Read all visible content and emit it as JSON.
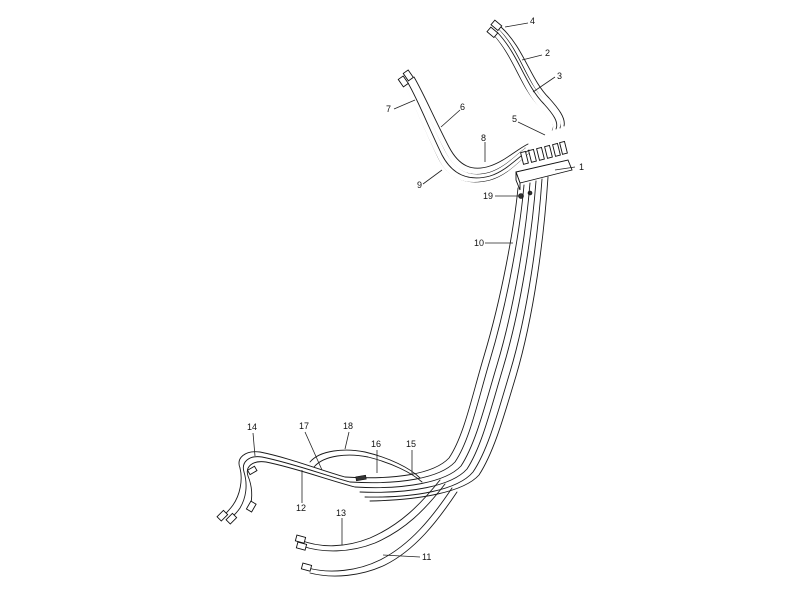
{
  "diagram": {
    "callouts": [
      {
        "id": "c1",
        "label": "1"
      },
      {
        "id": "c2",
        "label": "2"
      },
      {
        "id": "c3",
        "label": "3"
      },
      {
        "id": "c4",
        "label": "4"
      },
      {
        "id": "c5",
        "label": "5"
      },
      {
        "id": "c6",
        "label": "6"
      },
      {
        "id": "c7",
        "label": "7"
      },
      {
        "id": "c8",
        "label": "8"
      },
      {
        "id": "c9",
        "label": "9"
      },
      {
        "id": "c10",
        "label": "10"
      },
      {
        "id": "c11",
        "label": "11"
      },
      {
        "id": "c12",
        "label": "12"
      },
      {
        "id": "c13",
        "label": "13"
      },
      {
        "id": "c14",
        "label": "14"
      },
      {
        "id": "c15",
        "label": "15"
      },
      {
        "id": "c16",
        "label": "16"
      },
      {
        "id": "c17",
        "label": "17"
      },
      {
        "id": "c18",
        "label": "18"
      },
      {
        "id": "c19",
        "label": "19"
      }
    ],
    "line_color": "#1a1a1a",
    "background_color": "#ffffff"
  }
}
